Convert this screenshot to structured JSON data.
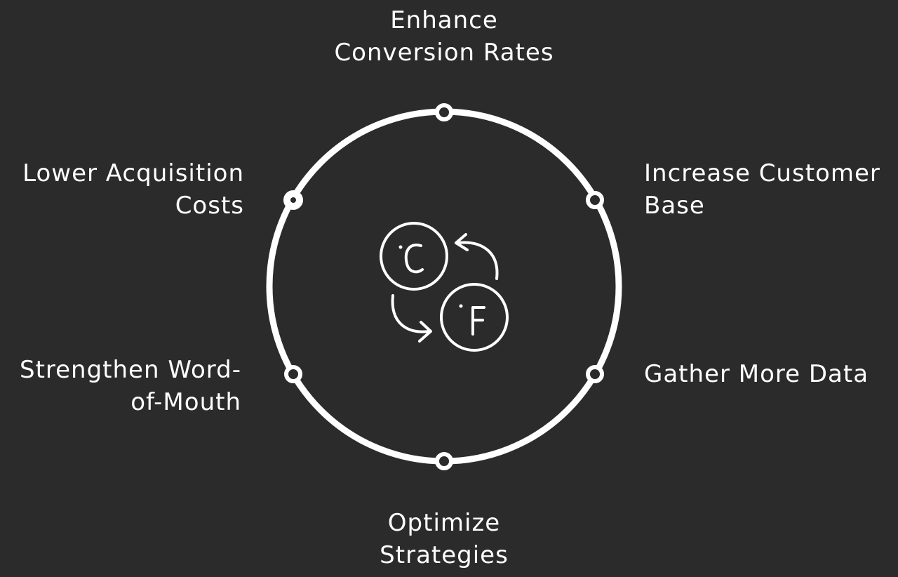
{
  "diagram": {
    "background_color": "#2b2b2b",
    "stroke_color": "#ffffff",
    "center_icon": {
      "name": "cycle-icon",
      "letters": [
        "C",
        "F"
      ]
    },
    "nodes": [
      {
        "id": "top",
        "lines": [
          "Enhance",
          "Conversion Rates"
        ]
      },
      {
        "id": "top-right",
        "lines": [
          "Increase Customer",
          "Base"
        ]
      },
      {
        "id": "bottom-right",
        "lines": [
          "Gather More Data"
        ]
      },
      {
        "id": "bottom",
        "lines": [
          "Optimize",
          "Strategies"
        ]
      },
      {
        "id": "bottom-left",
        "lines": [
          "Strengthen Word-",
          "of-Mouth"
        ]
      },
      {
        "id": "top-left",
        "lines": [
          "Lower Acquisition",
          "Costs"
        ]
      }
    ]
  }
}
